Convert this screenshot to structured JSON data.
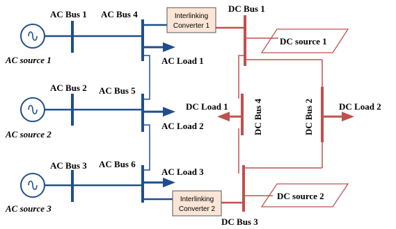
{
  "ac_sources": [
    "AC source 1",
    "AC source 2",
    "AC source 3"
  ],
  "ac_buses": [
    "AC Bus 1",
    "AC Bus 2",
    "AC Bus 3",
    "AC Bus 4",
    "AC Bus 5",
    "AC Bus 6"
  ],
  "ac_loads": [
    "AC Load 1",
    "AC Load 2",
    "AC Load 3"
  ],
  "converters": [
    {
      "line1": "Interlinking",
      "line2": "Converter 1"
    },
    {
      "line1": "Interlinking",
      "line2": "Converter 2"
    }
  ],
  "dc_buses": [
    "DC Bus 1",
    "DC Bus 2",
    "DC Bus 3",
    "DC Bus 4"
  ],
  "dc_sources": [
    "DC source 1",
    "DC source 2"
  ],
  "dc_loads": [
    "DC Load 1",
    "DC Load 2"
  ],
  "colors": {
    "ac": "#1f4e8c",
    "dc": "#c0504d",
    "converter_fill": "#fbe5d6"
  }
}
